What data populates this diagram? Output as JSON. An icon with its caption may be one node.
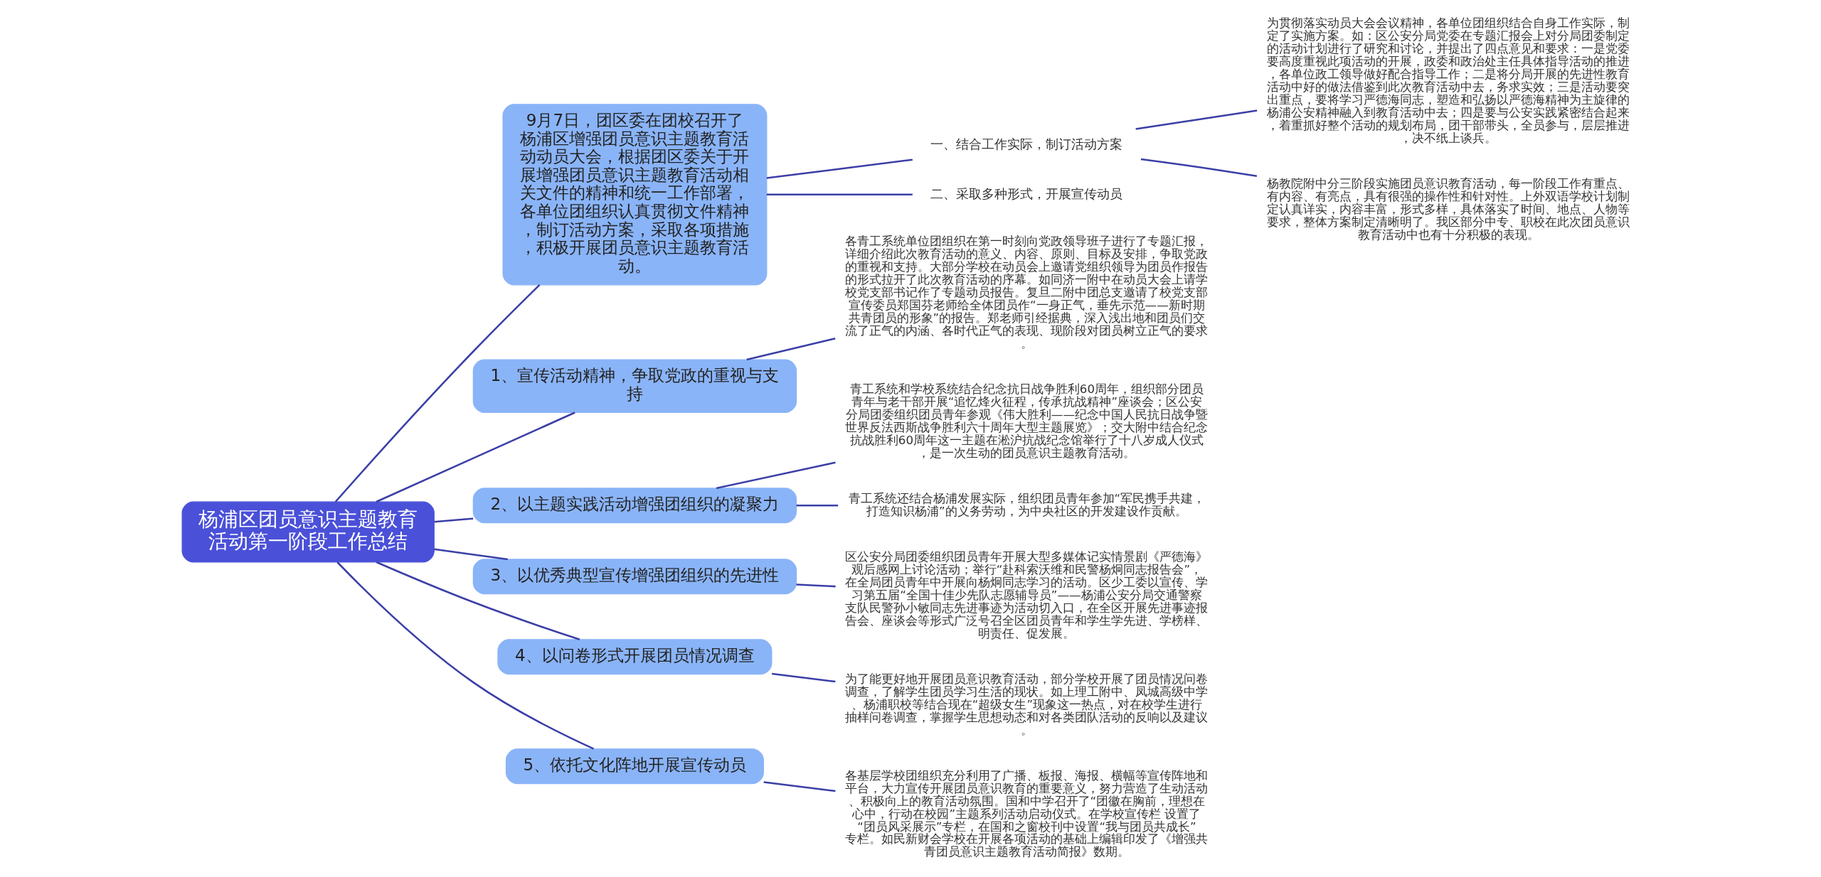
{
  "diagram": {
    "nodes": [
      {
        "text": [
          "杨浦区团员意识主题教育活动第一阶段工作总结"
        ]
      },
      {
        "text": [
          "9月7日，团区委在团校召开了杨浦区增强团员意识主题教育活动动员大会，根据团区委关于开展增强团员意识主题教育活动相关文件的精神和统一工作部署，各单位团组织认真贯彻文件精神，制订活动方案，采取各项措施，积极开展团员意识主题教育活动。"
        ]
      },
      {
        "text": [
          "一、结合工作实际，制订活动方案"
        ]
      },
      {
        "text": [
          "为贯彻落实动员大会会议精神，各单位团组织结合自身工作实际，制定了实施方案。如：区公安分局党委在专题汇报会上对分局团委制定的活动计划进行了研究和讨论，并提出了四点意见和要求：一是党委要高度重视此项活动的开展，政委和政治处主任具体指导活动的推进，各单位政工领导做好配合指导工作；二是将分局开展的先进性教育活动中好的做法借鉴到此次教育活动中去，务求实效；三是活动要突出重点，要将学习严德海同志，塑造和弘扬以严德海精神为主旋律的杨浦公安精神融入到教育活动中去；四是要与公安实践紧密结合起来，着重抓好整个活动的规划布局，团干部带头，全员参与，层层推进，决不纸上谈兵。"
        ]
      },
      {
        "text": [
          "杨教院附中分三阶段实施团员意识教育活动，每一阶段工作有重点、有内容、有亮点，具有很强的操作性和针对性。上外双语学校计划制定认真详实，内容丰富，形式多样，具体落实了时间、地点、人物等要求，整体方案制定清晰明了。我区部分中专、职校在此次团员意识教育活动中也有十分积极的表现。"
        ]
      },
      {
        "text": [
          "二、采取多种形式，开展宣传动员"
        ]
      },
      {
        "text": [
          "1、宣传活动精神，争取党政的重视与支持"
        ]
      },
      {
        "text": [
          "各青工系统单位团组织在第一时刻向党政领导班子进行了专题汇报，详细介绍此次教育活动的意义、内容、原则、目标及安排，争取党政的重视和支持。大部分学校在动员会上邀请党组织领导为团员作报告的形式拉开了此次教育活动的序幕。如同济一附中在动员大会上请学校党支部书记作了专题动员报告。复旦二附中团总支邀请了校党支部宣传委员郑国芬老师给全体团员作“一身正气，垂先示范——新时期共青团员的形象”的报告。郑老师引经据典，深入浅出地和团员们交流了正气的内涵、各时代正气的表现、现阶段对团员树立正气的要求。"
        ]
      },
      {
        "text": [
          "2、以主题实践活动增强团组织的凝聚力"
        ]
      },
      {
        "text": [
          "青工系统和学校系统结合纪念抗日战争胜利60周年，组织部分团员青年与老干部开展“追忆烽火征程，传承抗战精神”座谈会；区公安分局团委组织团员青年参观《伟大胜利——纪念中国人民抗日战争暨世界反法西斯战争胜利六十周年大型主题展览》；交大附中结合纪念抗战胜利60周年这一主题在淞沪抗战纪念馆举行了十八岁成人仪式，是一次生动的团员意识主题教育活动。"
        ]
      },
      {
        "text": [
          "青工系统还结合杨浦发展实际，组织团员青年参加“军民携手共建，打造知识杨浦”的义务劳动，为中央社区的开发建设作贡献。"
        ]
      },
      {
        "text": [
          "3、以优秀典型宣传增强团组织的先进性"
        ]
      },
      {
        "text": [
          "区公安分局团委组织团员青年开展大型多媒体记实情景剧《严德海》观后感网上讨论活动；举行“赴科索沃维和民警杨炯同志报告会”，在全局团员青年中开展向杨炯同志学习的活动。区少工委以宣传、学习第五届“全国十佳少先队志愿辅导员”——杨浦公安分局交通警察支队民警孙小敏同志先进事迹为活动切入口，在全区开展先进事迹报告会、座谈会等形式广泛号召全区团员青年和学生学先进、学榜样、明责任、促发展。"
        ]
      },
      {
        "text": [
          "4、以问卷形式开展团员情况调查"
        ]
      },
      {
        "text": [
          "为了能更好地开展团员意识教育活动，部分学校开展了团员情况问卷调查，了解学生团员学习生活的现状。如上理工附中、凤城高级中学、杨浦职校等结合现在“超级女生”现象这一热点，对在校学生进行抽样问卷调查，掌握学生思想动态和对各类团队活动的反响以及建议。"
        ]
      },
      {
        "text": [
          "5、依托文化阵地开展宣传动员"
        ]
      },
      {
        "text": [
          "各基层学校团组织充分利用了广播、板报、海报、横幅等宣传阵地和平台，大力宣传开展团员意识教育的重要意义，努力营造了生动活动、积极向上的教育活动氛围。国和中学召开了“团徽在胸前，理想在心中，行动在校园”主题系列活动启动仪式。在学校宣传栏 设置了“团员风采展示”专栏，在国和之窗校刊中设置“我与团员共成长”专栏。如民新财会学校在开展各项活动的基础上编辑印发了《增强共青团员意识主题教育活动简报》数期。"
        ]
      }
    ],
    "edges": [
      {
        "from": 0,
        "to": 1,
        "arrow": "none"
      },
      {
        "from": 1,
        "to": 2,
        "arrow": "none"
      },
      {
        "from": 2,
        "to": 3,
        "arrow": "none"
      },
      {
        "from": 2,
        "to": 4,
        "arrow": "none"
      },
      {
        "from": 1,
        "to": 5,
        "arrow": "none"
      },
      {
        "from": 0,
        "to": 6,
        "arrow": "none"
      },
      {
        "from": 6,
        "to": 7,
        "arrow": "none"
      },
      {
        "from": 0,
        "to": 8,
        "arrow": "none"
      },
      {
        "from": 8,
        "to": 9,
        "arrow": "none"
      },
      {
        "from": 8,
        "to": 10,
        "arrow": "none"
      },
      {
        "from": 0,
        "to": 11,
        "arrow": "none"
      },
      {
        "from": 11,
        "to": 12,
        "arrow": "none"
      },
      {
        "from": 0,
        "to": 13,
        "arrow": "none"
      },
      {
        "from": 13,
        "to": 14,
        "arrow": "none"
      },
      {
        "from": 0,
        "to": 15,
        "arrow": "none"
      },
      {
        "from": 15,
        "to": 16,
        "arrow": "none"
      }
    ]
  }
}
